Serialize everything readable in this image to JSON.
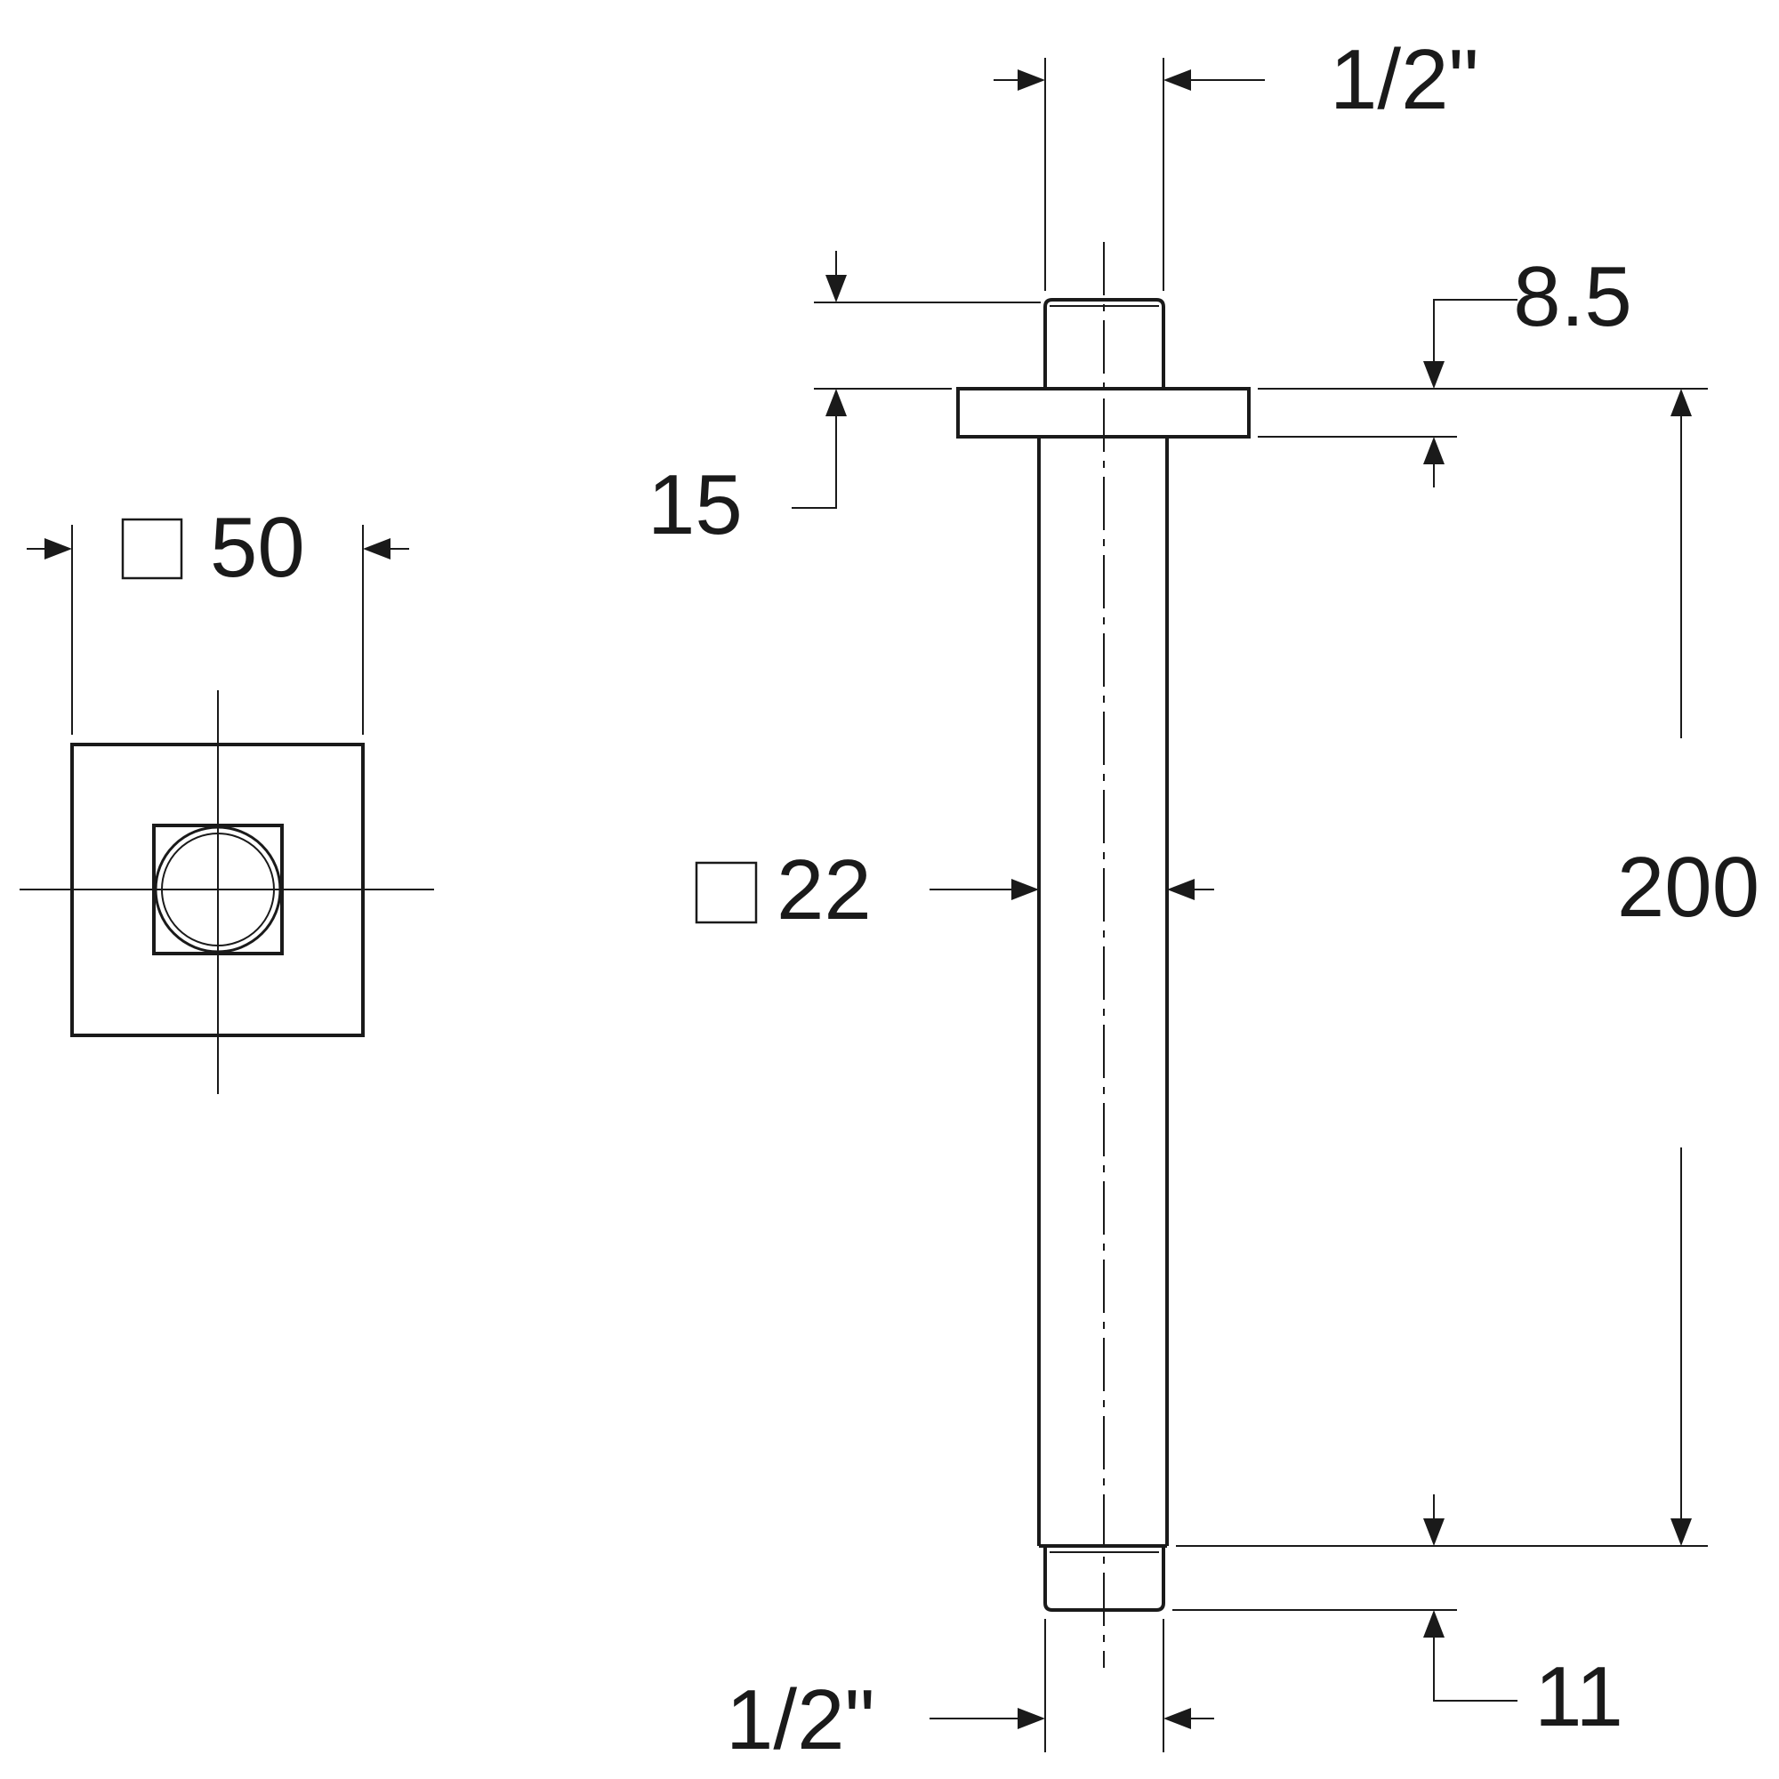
{
  "labels": {
    "top_thread": "1/2\"",
    "nut_height": "8.5",
    "flange_height": "15",
    "flange_square": "50",
    "tube_square": "22",
    "length": "200",
    "bottom_thread_length": "11",
    "bottom_thread": "1/2\""
  }
}
